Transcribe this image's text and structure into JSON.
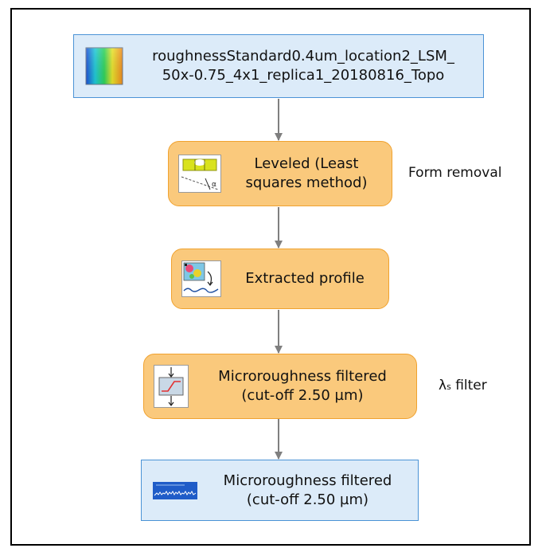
{
  "nodes": {
    "source": {
      "label_line1": "roughnessStandard0.4um_location2_LSM_",
      "label_line2": "50x-0.75_4x1_replica1_20180816_Topo"
    },
    "leveled": {
      "label_line1": "Leveled (Least",
      "label_line2": "squares method)"
    },
    "extracted": {
      "label": "Extracted profile"
    },
    "filter_step": {
      "label_line1": "Microroughness filtered",
      "label_line2": "(cut-off 2.50 µm)"
    },
    "result": {
      "label_line1": "Microroughness filtered",
      "label_line2": "(cut-off 2.50 µm)"
    }
  },
  "annotations": {
    "form_removal": "Form removal",
    "lambda_symbol": "λ",
    "lambda_sub": "s",
    "lambda_text": " filter"
  },
  "colors": {
    "data_node_fill": "#dcebf9",
    "data_node_border": "#4b93d6",
    "process_node_fill": "#fac97c",
    "process_node_border": "#f0a22f",
    "arrow": "#7f7f7f"
  }
}
